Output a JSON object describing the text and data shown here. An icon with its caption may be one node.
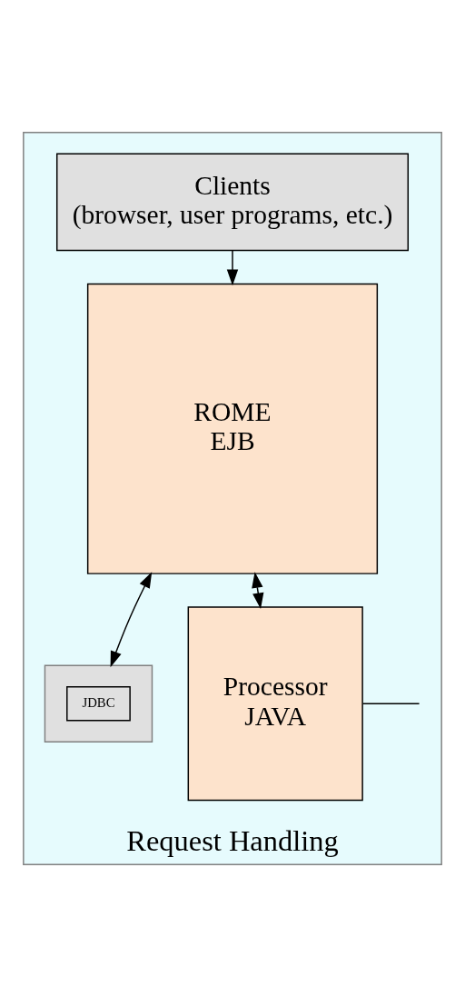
{
  "diagram": {
    "nodes": [
      {
        "text": [
          "Request Handling"
        ]
      },
      {
        "text": [
          "Clients",
          "(browser, user programs, etc.)"
        ],
        "in": 0
      },
      {
        "text": [
          "ROME",
          "EJB"
        ],
        "in": 0
      },
      {
        "text": [],
        "shape": "box",
        "in": 0
      },
      {
        "text": [
          "JDBC"
        ],
        "in": 3
      },
      {
        "text": [
          "Processor",
          "JAVA"
        ],
        "in": 0
      }
    ],
    "edges": [
      {
        "from": 1,
        "to": 2,
        "arrow": "to"
      },
      {
        "from": 2,
        "to": 3,
        "arrow": "both"
      },
      {
        "from": 2,
        "to": 5,
        "arrow": "both"
      },
      {
        "from": 5,
        "to": null,
        "arrow": "none"
      }
    ]
  }
}
